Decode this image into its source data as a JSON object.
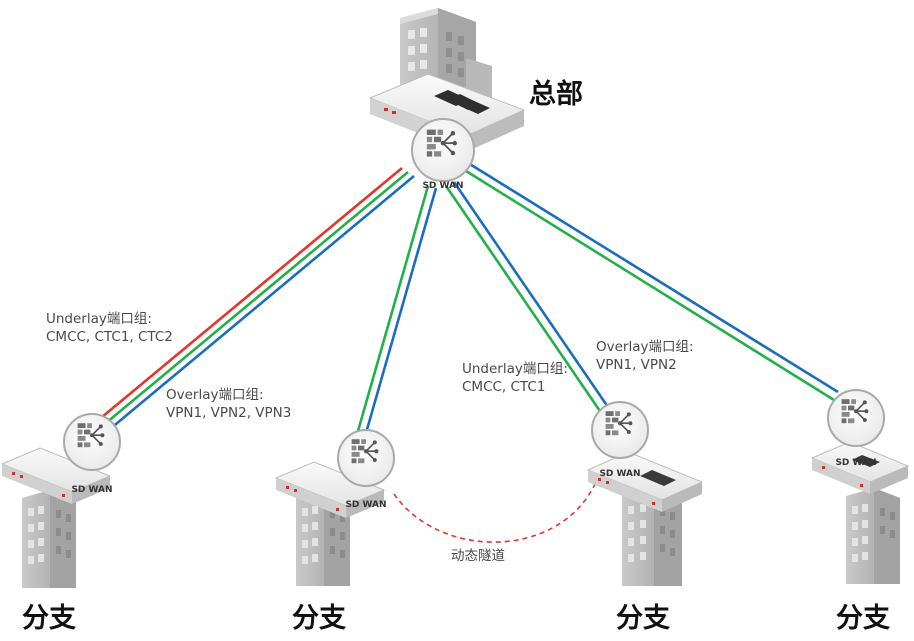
{
  "headquarters": {
    "label": "总部",
    "badge": "SD WAN"
  },
  "branches": [
    {
      "label": "分支",
      "badge": "SD WAN"
    },
    {
      "label": "分支",
      "badge": "SD WAN"
    },
    {
      "label": "分支",
      "badge": "SD WAN"
    },
    {
      "label": "分支",
      "badge": "SD WAN"
    }
  ],
  "annotations": {
    "left_underlay": {
      "title": "Underlay端口组:",
      "members": "CMCC, CTC1, CTC2"
    },
    "left_overlay": {
      "title": "Overlay端口组:",
      "members": "VPN1, VPN2, VPN3"
    },
    "right_underlay": {
      "title": "Underlay端口组:",
      "members": "CMCC, CTC1"
    },
    "right_overlay": {
      "title": "Overlay端口组:",
      "members": "VPN1, VPN2"
    },
    "dynamic_tunnel": "动态隧道"
  },
  "colors": {
    "link_red": "#e0362c",
    "link_green": "#22b04b",
    "link_blue": "#1a6dbf",
    "tunnel": "#e0362c"
  },
  "icons": {
    "device": "firewall-appliance-icon",
    "building": "office-building-icon",
    "badge": "sd-wan-badge-icon"
  }
}
